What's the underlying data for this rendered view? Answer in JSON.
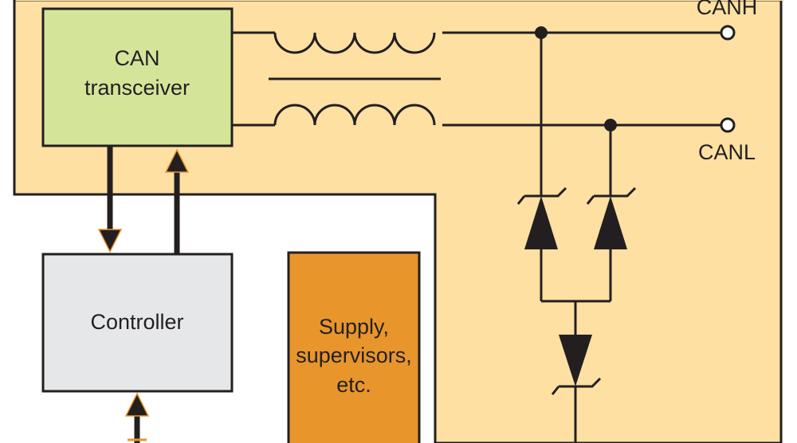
{
  "colors": {
    "background": "#ffffff",
    "region_fill": "#fde0a2",
    "outline": "#231f20",
    "transceiver_fill": "#d4e59a",
    "controller_fill": "#e6e7e8",
    "supply_fill": "#e8952c",
    "arrow_accent": "#e8952c"
  },
  "blocks": {
    "transceiver": {
      "line1": "CAN",
      "line2": "transceiver"
    },
    "controller": {
      "label": "Controller"
    },
    "supply": {
      "line1": "Supply,",
      "line2": "supervisors,",
      "line3": "etc."
    }
  },
  "terminals": {
    "canh": "CANH",
    "canl": "CANL"
  },
  "icons": {
    "choke": "common-mode-choke-icon",
    "tvs": "zener-diode-icon",
    "terminal": "open-circle-terminal-icon"
  }
}
